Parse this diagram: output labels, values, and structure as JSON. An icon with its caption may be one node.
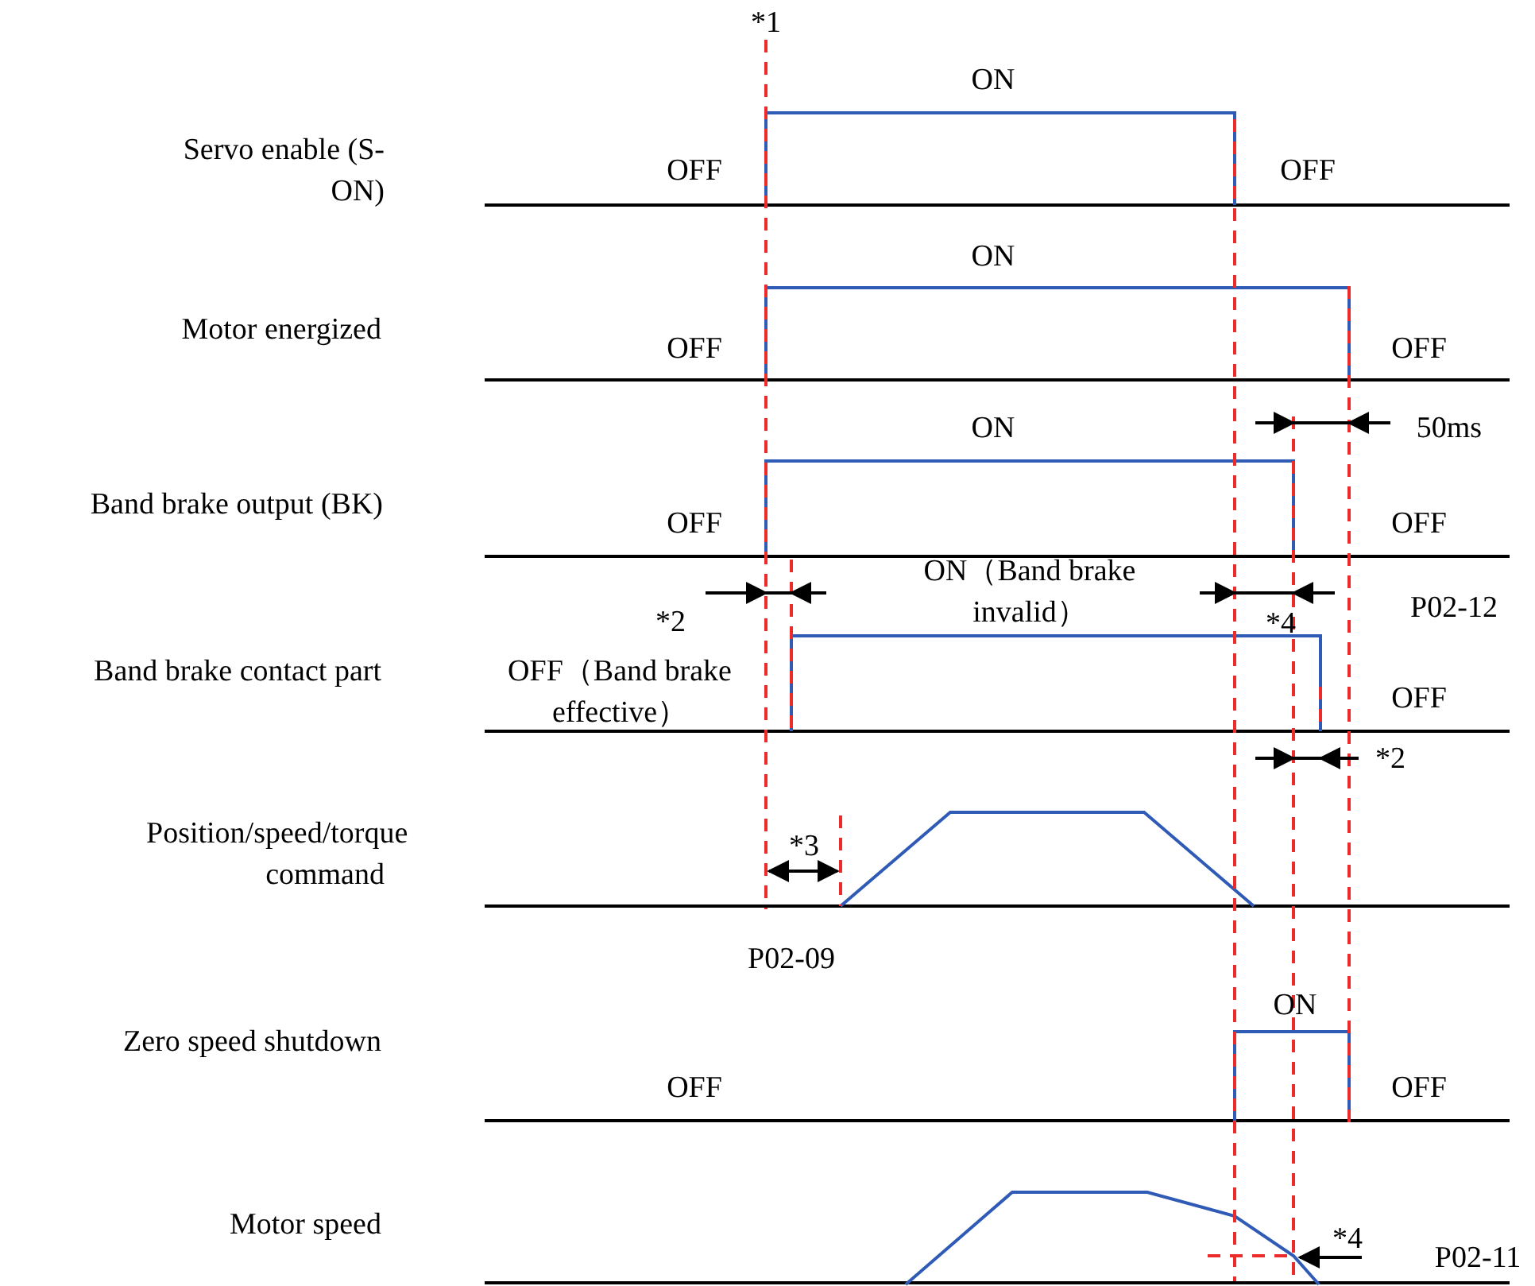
{
  "diagram": {
    "labels": [
      "*1",
      "ON",
      "Servo enable (S-ON)",
      "OFF",
      "OFF",
      "ON",
      "Motor energized",
      "OFF",
      "OFF",
      "ON",
      "50ms",
      "Band brake output (BK)",
      "OFF",
      "OFF",
      "ON（Band brake invalid）",
      "*2",
      "P02-12",
      "*4",
      "Band brake contact part",
      "OFF（Band brake effective）",
      "OFF",
      "*2",
      "Position/speed/torque command",
      "*3",
      "P02-09",
      "ON",
      "Zero speed shutdown",
      "OFF",
      "OFF",
      "Motor speed",
      "*4",
      "P02-11"
    ]
  }
}
